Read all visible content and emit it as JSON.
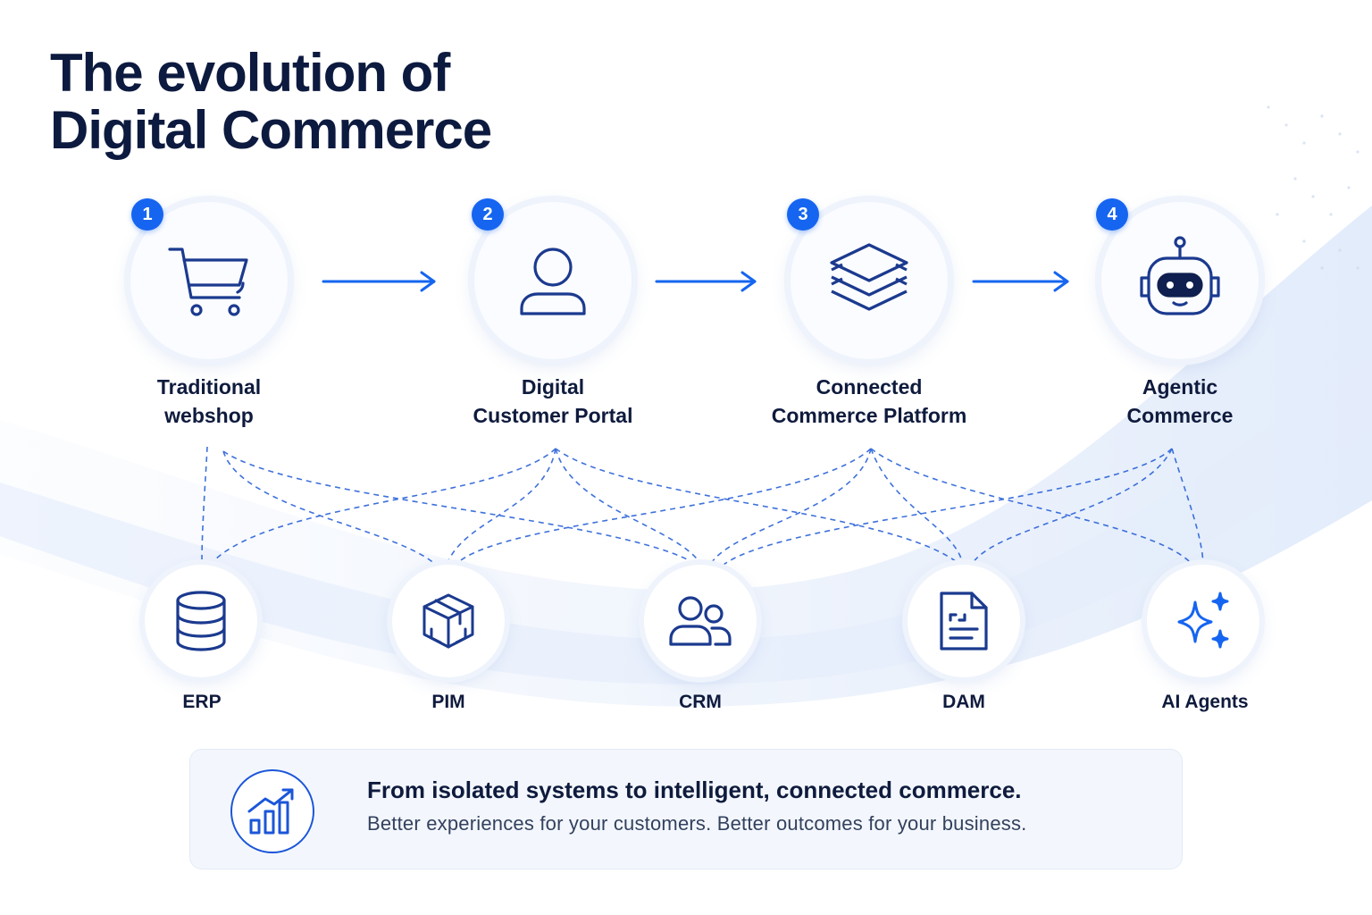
{
  "title": {
    "line1": "The evolution of",
    "line2": "Digital Commerce"
  },
  "stages": [
    {
      "number": "1",
      "label_line1": "Traditional",
      "label_line2": "webshop",
      "icon": "shopping-cart-icon"
    },
    {
      "number": "2",
      "label_line1": "Digital",
      "label_line2": "Customer Portal",
      "icon": "user-icon"
    },
    {
      "number": "3",
      "label_line1": "Connected",
      "label_line2": "Commerce Platform",
      "icon": "layers-icon"
    },
    {
      "number": "4",
      "label_line1": "Agentic",
      "label_line2": "Commerce",
      "icon": "robot-icon"
    }
  ],
  "systems": [
    {
      "label": "ERP",
      "icon": "database-icon"
    },
    {
      "label": "PIM",
      "icon": "package-icon"
    },
    {
      "label": "CRM",
      "icon": "users-icon"
    },
    {
      "label": "DAM",
      "icon": "document-icon"
    },
    {
      "label": "AI Agents",
      "icon": "sparkles-icon"
    }
  ],
  "footer": {
    "headline": "From isolated systems to intelligent, connected commerce.",
    "subline": "Better experiences for your customers. Better outcomes for your business.",
    "icon": "growth-chart-icon"
  },
  "colors": {
    "accent": "#1565f0",
    "icon_stroke": "#1b3a8f",
    "title": "#0d1a3f"
  }
}
